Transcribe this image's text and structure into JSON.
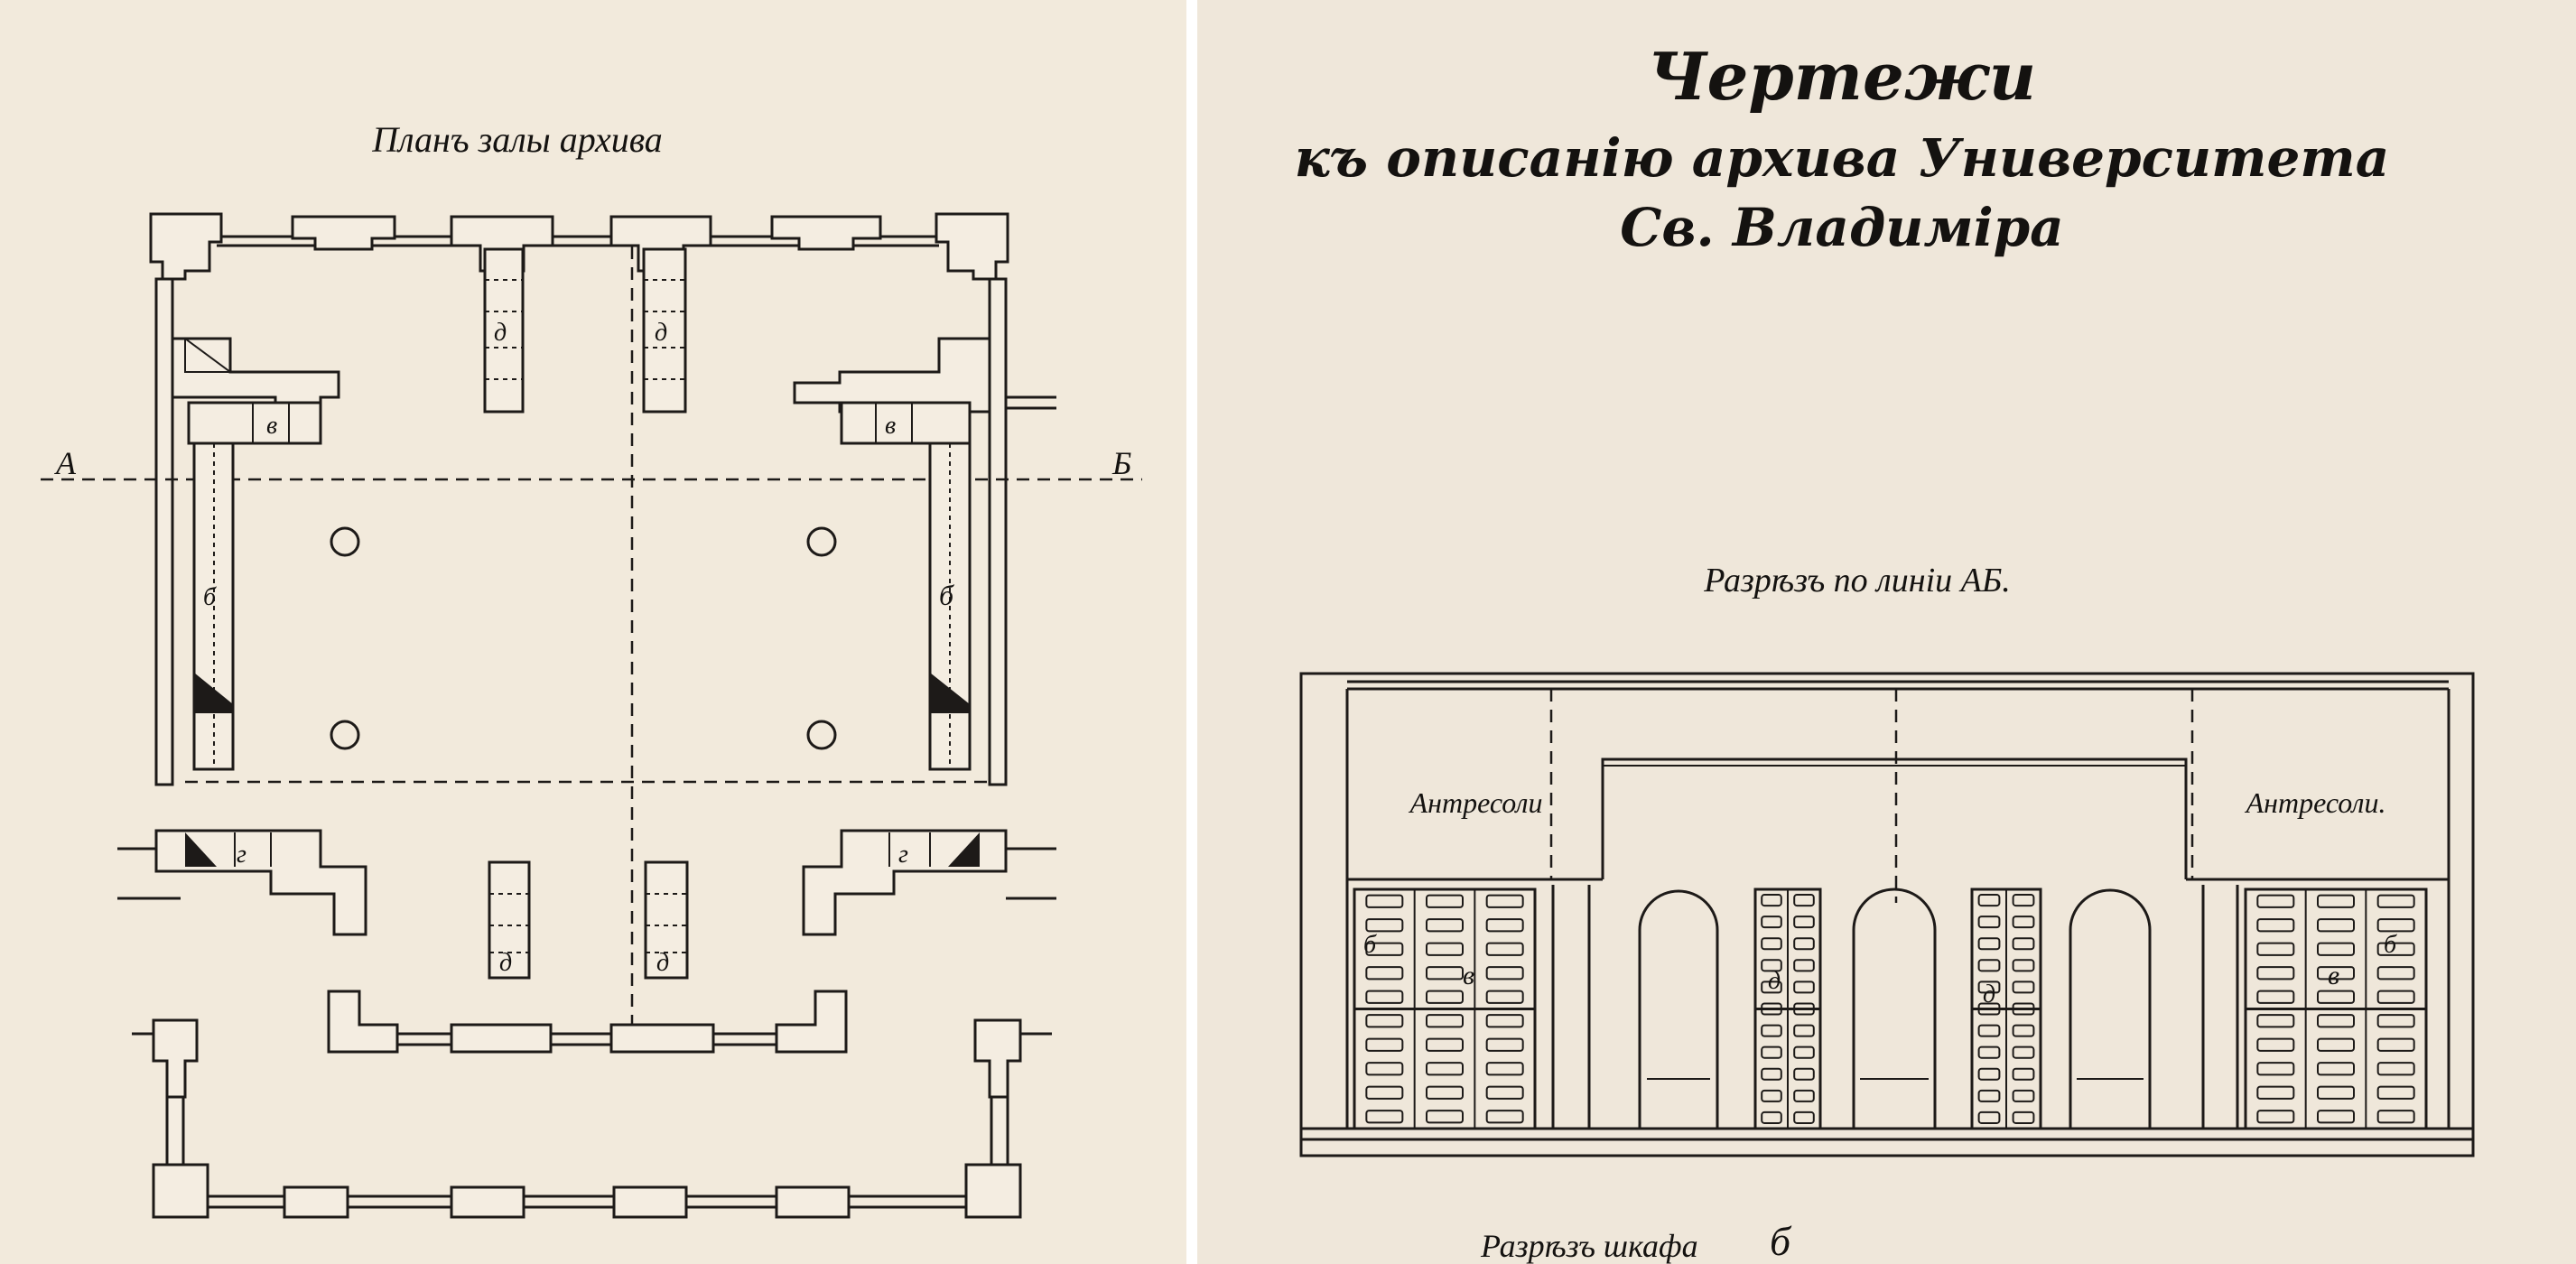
{
  "title": {
    "line1": "Чертежи",
    "line2": "къ описанію архива Университета",
    "line3": "Св. Владиміра"
  },
  "plan": {
    "title": "Планъ залы архива",
    "section_marker_left": "А",
    "section_marker_right": "Б",
    "labels": {
      "a": "д",
      "b": "б",
      "v": "в",
      "g": "г"
    }
  },
  "section": {
    "title": "Разрѣзъ по линіи АБ.",
    "mezzanine_left": "Антресоли",
    "mezzanine_right": "Антресоли.",
    "label_b": "б",
    "label_v": "в",
    "label_a": "д"
  },
  "cabinet_section": {
    "title": "Разрѣзъ шкафа",
    "label": "б"
  },
  "colors": {
    "paper": "#f1e9dc",
    "ink": "#1d1a18",
    "divider": "#ffffff"
  }
}
